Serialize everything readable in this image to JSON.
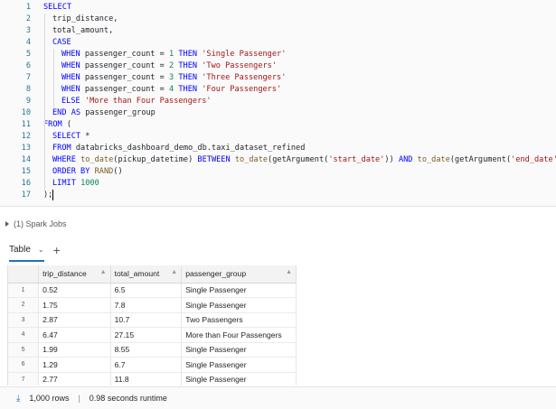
{
  "editor": {
    "lines": [
      {
        "n": "1",
        "indent": 0,
        "tokens": [
          {
            "t": "SELECT",
            "c": "kw"
          }
        ]
      },
      {
        "n": "2",
        "indent": 1,
        "tokens": [
          {
            "t": "trip_distance,",
            "c": "txt"
          }
        ]
      },
      {
        "n": "3",
        "indent": 1,
        "tokens": [
          {
            "t": "total_amount,",
            "c": "txt"
          }
        ]
      },
      {
        "n": "4",
        "indent": 1,
        "tokens": [
          {
            "t": "CASE",
            "c": "kw"
          }
        ]
      },
      {
        "n": "5",
        "indent": 2,
        "tokens": [
          {
            "t": "WHEN",
            "c": "kw"
          },
          {
            "t": " passenger_count = ",
            "c": "txt"
          },
          {
            "t": "1",
            "c": "num"
          },
          {
            "t": " THEN ",
            "c": "kw"
          },
          {
            "t": "'Single Passenger'",
            "c": "str"
          }
        ]
      },
      {
        "n": "6",
        "indent": 2,
        "tokens": [
          {
            "t": "WHEN",
            "c": "kw"
          },
          {
            "t": " passenger_count = ",
            "c": "txt"
          },
          {
            "t": "2",
            "c": "num"
          },
          {
            "t": " THEN ",
            "c": "kw"
          },
          {
            "t": "'Two Passengers'",
            "c": "str"
          }
        ]
      },
      {
        "n": "7",
        "indent": 2,
        "tokens": [
          {
            "t": "WHEN",
            "c": "kw"
          },
          {
            "t": " passenger_count = ",
            "c": "txt"
          },
          {
            "t": "3",
            "c": "num"
          },
          {
            "t": " THEN ",
            "c": "kw"
          },
          {
            "t": "'Three Passengers'",
            "c": "str"
          }
        ]
      },
      {
        "n": "8",
        "indent": 2,
        "tokens": [
          {
            "t": "WHEN",
            "c": "kw"
          },
          {
            "t": " passenger_count = ",
            "c": "txt"
          },
          {
            "t": "4",
            "c": "num"
          },
          {
            "t": " THEN ",
            "c": "kw"
          },
          {
            "t": "'Four Passengers'",
            "c": "str"
          }
        ]
      },
      {
        "n": "9",
        "indent": 2,
        "tokens": [
          {
            "t": "ELSE",
            "c": "kw"
          },
          {
            "t": " ",
            "c": "txt"
          },
          {
            "t": "'More than Four Passengers'",
            "c": "str"
          }
        ]
      },
      {
        "n": "10",
        "indent": 1,
        "tokens": [
          {
            "t": "END",
            "c": "kw"
          },
          {
            "t": " ",
            "c": "txt"
          },
          {
            "t": "AS",
            "c": "kw"
          },
          {
            "t": " passenger_group",
            "c": "txt"
          }
        ]
      },
      {
        "n": "11",
        "indent": 0,
        "tokens": [
          {
            "t": "FROM",
            "c": "kw"
          },
          {
            "t": " (",
            "c": "txt"
          }
        ]
      },
      {
        "n": "12",
        "indent": 1,
        "tokens": [
          {
            "t": "SELECT",
            "c": "kw"
          },
          {
            "t": " *",
            "c": "txt"
          }
        ]
      },
      {
        "n": "13",
        "indent": 1,
        "tokens": [
          {
            "t": "FROM",
            "c": "kw"
          },
          {
            "t": " databricks_dashboard_demo_db.taxi_dataset_refined",
            "c": "txt"
          }
        ]
      },
      {
        "n": "14",
        "indent": 1,
        "tokens": [
          {
            "t": "WHERE",
            "c": "kw"
          },
          {
            "t": " ",
            "c": "txt"
          },
          {
            "t": "to_date",
            "c": "fn"
          },
          {
            "t": "(pickup_datetime) ",
            "c": "txt"
          },
          {
            "t": "BETWEEN",
            "c": "kw"
          },
          {
            "t": " ",
            "c": "txt"
          },
          {
            "t": "to_date",
            "c": "fn"
          },
          {
            "t": "(getArgument(",
            "c": "txt"
          },
          {
            "t": "'start_date'",
            "c": "str"
          },
          {
            "t": ")) ",
            "c": "txt"
          },
          {
            "t": "AND",
            "c": "kw"
          },
          {
            "t": " ",
            "c": "txt"
          },
          {
            "t": "to_date",
            "c": "fn"
          },
          {
            "t": "(getArgument(",
            "c": "txt"
          },
          {
            "t": "'end_date'",
            "c": "str"
          },
          {
            "t": "))",
            "c": "txt"
          }
        ]
      },
      {
        "n": "15",
        "indent": 1,
        "tokens": [
          {
            "t": "ORDER BY",
            "c": "kw"
          },
          {
            "t": " ",
            "c": "txt"
          },
          {
            "t": "RAND",
            "c": "fn"
          },
          {
            "t": "()",
            "c": "txt"
          }
        ]
      },
      {
        "n": "16",
        "indent": 1,
        "tokens": [
          {
            "t": "LIMIT",
            "c": "kw"
          },
          {
            "t": " ",
            "c": "txt"
          },
          {
            "t": "1000",
            "c": "num"
          }
        ]
      },
      {
        "n": "17",
        "indent": 0,
        "tokens": [
          {
            "t": ");",
            "c": "txt"
          }
        ]
      }
    ]
  },
  "spark_jobs": {
    "label": "(1) Spark Jobs"
  },
  "tabs": {
    "table_label": "Table",
    "add_label": "+"
  },
  "results": {
    "columns": [
      "trip_distance",
      "total_amount",
      "passenger_group"
    ],
    "rows": [
      {
        "idx": "1",
        "cells": [
          "0.52",
          "6.5",
          "Single Passenger"
        ]
      },
      {
        "idx": "2",
        "cells": [
          "1.75",
          "7.8",
          "Single Passenger"
        ]
      },
      {
        "idx": "3",
        "cells": [
          "2.87",
          "10.7",
          "Two Passengers"
        ]
      },
      {
        "idx": "4",
        "cells": [
          "6.47",
          "27.15",
          "More than Four Passengers"
        ]
      },
      {
        "idx": "5",
        "cells": [
          "1.99",
          "8.55",
          "Single Passenger"
        ]
      },
      {
        "idx": "6",
        "cells": [
          "1.29",
          "6.7",
          "Single Passenger"
        ]
      },
      {
        "idx": "7",
        "cells": [
          "2.77",
          "11.8",
          "Single Passenger"
        ]
      }
    ]
  },
  "footer": {
    "rows_text": "1,000 rows",
    "separator": "|",
    "runtime_text": "0.98 seconds runtime"
  },
  "colors": {
    "keyword": "#0000ff",
    "string": "#a31515",
    "function": "#795e26",
    "number": "#098658",
    "accent": "#2272b4"
  }
}
